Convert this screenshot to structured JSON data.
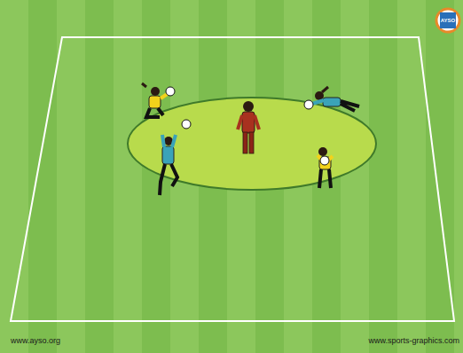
{
  "diagram": {
    "labels": [
      "AYSO",
      "www.ayso.org",
      "www.sports-graphics.com"
    ]
  }
}
